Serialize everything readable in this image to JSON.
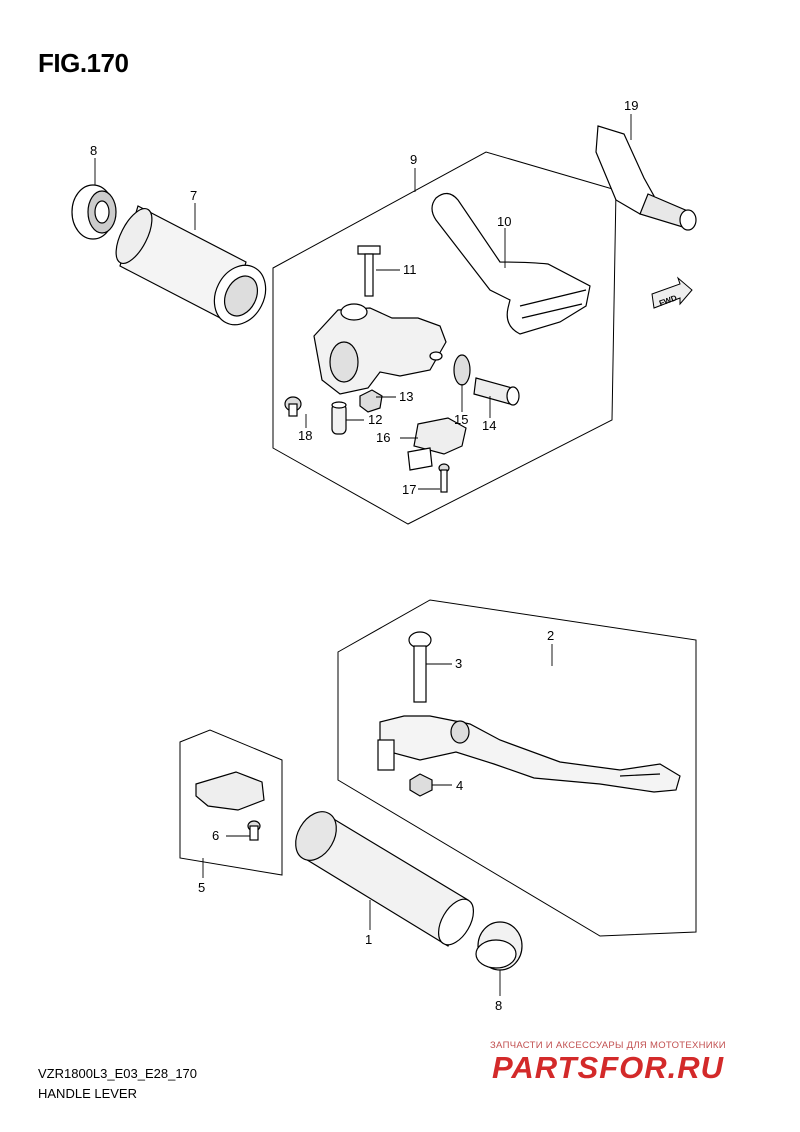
{
  "figure": {
    "title": "FIG.170",
    "code": "VZR1800L3_E03_E28_170",
    "name": "HANDLE LEVER"
  },
  "callouts": [
    "1",
    "2",
    "3",
    "4",
    "5",
    "6",
    "7",
    "8",
    "9",
    "10",
    "11",
    "12",
    "13",
    "14",
    "15",
    "16",
    "17",
    "18",
    "19",
    "8"
  ],
  "fwd_label": "FWD",
  "watermark": {
    "line": "ЗАПЧАСТИ И АКСЕССУАРЫ ДЛЯ МОТОТЕХНИКИ",
    "logo": "PARTSFOR.RU",
    "color": "#d32a2a"
  }
}
